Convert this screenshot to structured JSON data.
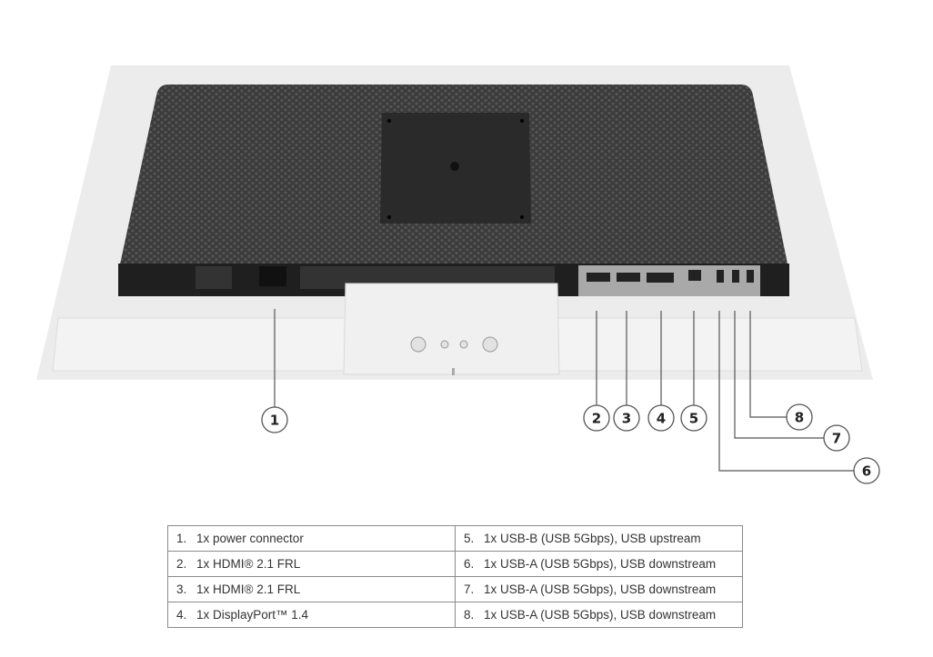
{
  "callouts": [
    "1",
    "2",
    "3",
    "4",
    "5",
    "6",
    "7",
    "8"
  ],
  "ports_table": [
    [
      {
        "num": "1.",
        "text": "1x power connector"
      },
      {
        "num": "5.",
        "text": "1x USB-B (USB 5Gbps), USB upstream"
      }
    ],
    [
      {
        "num": "2.",
        "text": "1x HDMI® 2.1 FRL"
      },
      {
        "num": "6.",
        "text": "1x USB-A (USB 5Gbps), USB downstream"
      }
    ],
    [
      {
        "num": "3.",
        "text": "1x HDMI® 2.1 FRL"
      },
      {
        "num": "7.",
        "text": "1x USB-A (USB 5Gbps), USB downstream"
      }
    ],
    [
      {
        "num": "4.",
        "text": "1x DisplayPort™ 1.4"
      },
      {
        "num": "8.",
        "text": "1x USB-A (USB 5Gbps), USB downstream"
      }
    ]
  ],
  "colors": {
    "frame": "#e9e9e9",
    "back": "#3a3a3a",
    "band": "#1e1e1e",
    "port_panel": "#a9a9a9"
  }
}
